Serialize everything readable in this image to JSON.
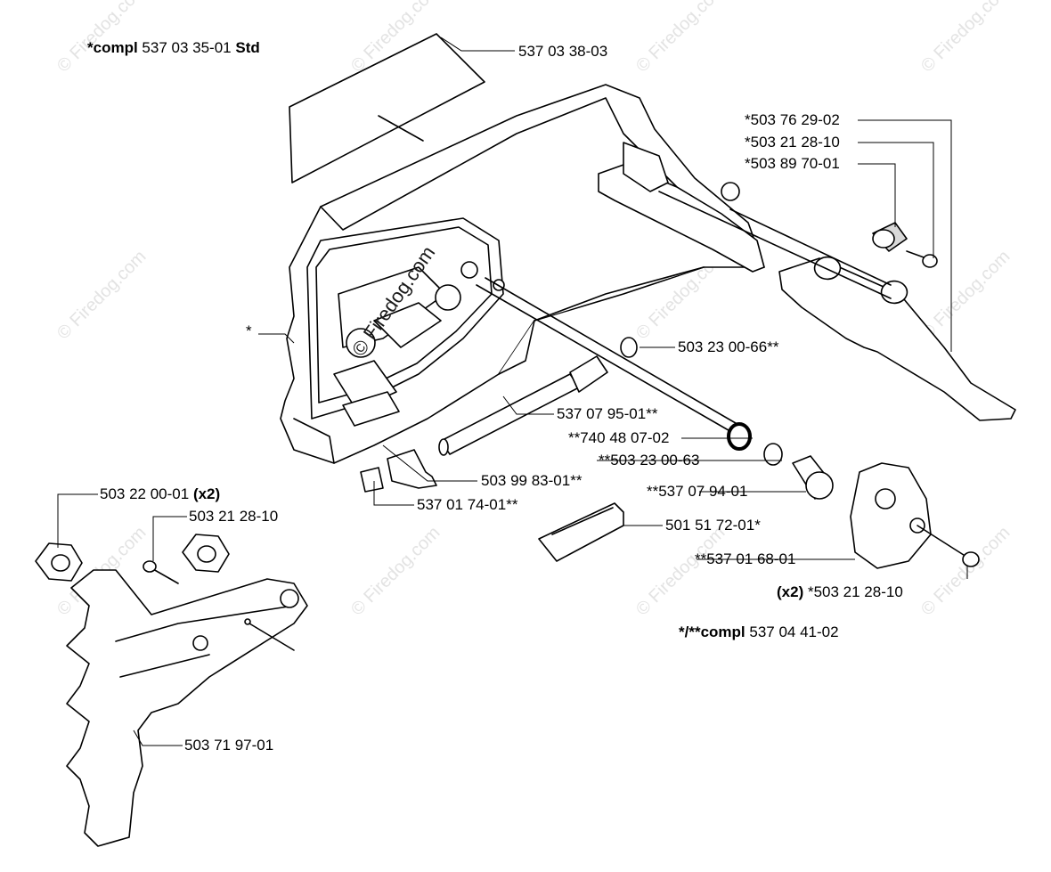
{
  "watermark": {
    "text": "© Firedog.com",
    "color": "#e3e3e3",
    "main_color": "#1a1a1a"
  },
  "colors": {
    "line": "#000000",
    "fill": "#ffffff",
    "shade": "#d9d9d9"
  },
  "labels": {
    "kit_std": {
      "prefix": "*compl",
      "number": "537 03 35-01",
      "suffix": "Std"
    },
    "p_537_03_38_03": "537 03 38-03",
    "p_503_76_29_02": "*503 76 29-02",
    "p_503_21_28_10_a": "*503 21 28-10",
    "p_503_89_70_01": "*503 89 70-01",
    "asterisk_cover": "*",
    "p_503_23_00_66": "503 23 00-66**",
    "p_537_07_95_01": "537 07 95-01**",
    "p_740_48_07_02": "**740 48 07-02",
    "p_503_23_00_63": "**503 23 00-63",
    "p_503_99_83_01": "503 99 83-01**",
    "p_537_07_94_01": "**537 07 94-01",
    "p_537_01_74_01": "537 01 74-01**",
    "p_503_22_00_01": {
      "number": "503 22 00-01",
      "qty": "(x2)"
    },
    "p_503_21_28_10_b": "503 21 28-10",
    "p_501_51_72_01": "501 51 72-01*",
    "p_537_01_68_01": "**537 01 68-01",
    "p_503_21_28_10_c": {
      "qty": "(x2)",
      "number": "*503 21 28-10"
    },
    "kit_compl": {
      "prefix": "*/**compl",
      "number": "537 04 41-02"
    },
    "p_503_71_97_01": "503 71 97-01"
  }
}
